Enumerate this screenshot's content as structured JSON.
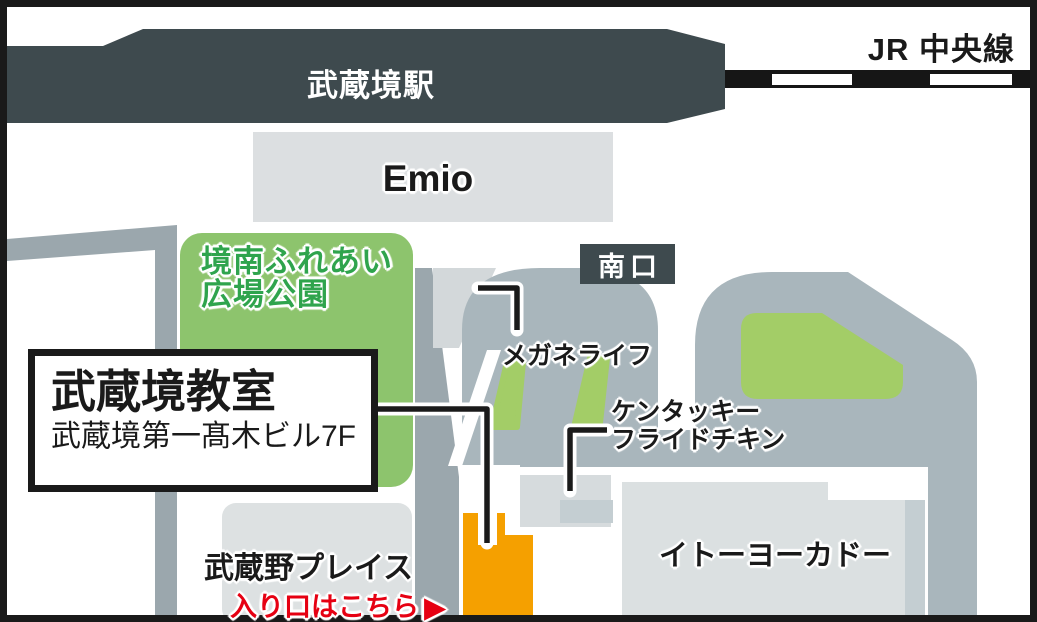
{
  "station": {
    "name": "武蔵境駅"
  },
  "railway": {
    "name": "JR 中央線"
  },
  "south_exit": {
    "name": "南口"
  },
  "buildings": {
    "emio": {
      "name": "Emio"
    },
    "itoyokado": {
      "name": "イトーヨーカドー"
    },
    "musashino_place": {
      "name": "武蔵野プレイス"
    }
  },
  "park": {
    "name_line1": "境南ふれあい",
    "name_line2": "広場公園"
  },
  "shops": {
    "megane_life": {
      "name": "メガネライフ"
    },
    "kfc": {
      "name_line1": "ケンタッキー",
      "name_line2": "フライドチキン"
    }
  },
  "classroom": {
    "title": "武蔵境教室",
    "subtitle": "武蔵境第一髙木ビル7F"
  },
  "entrance": {
    "text": "入り口はこちら",
    "arrow": "▶"
  },
  "colors": {
    "station_dark": "#3e4a4e",
    "building_light_gray": "#dbe0e1",
    "plaza_gray": "#a9b6bc",
    "road_gray": "#9ba7ad",
    "park_green": "#8dc46d",
    "island_green": "#a3cd67",
    "park_text_green": "#2fa44d",
    "target_orange": "#f5a000",
    "entrance_red": "#e60012",
    "line_black": "#1a1a1a"
  }
}
